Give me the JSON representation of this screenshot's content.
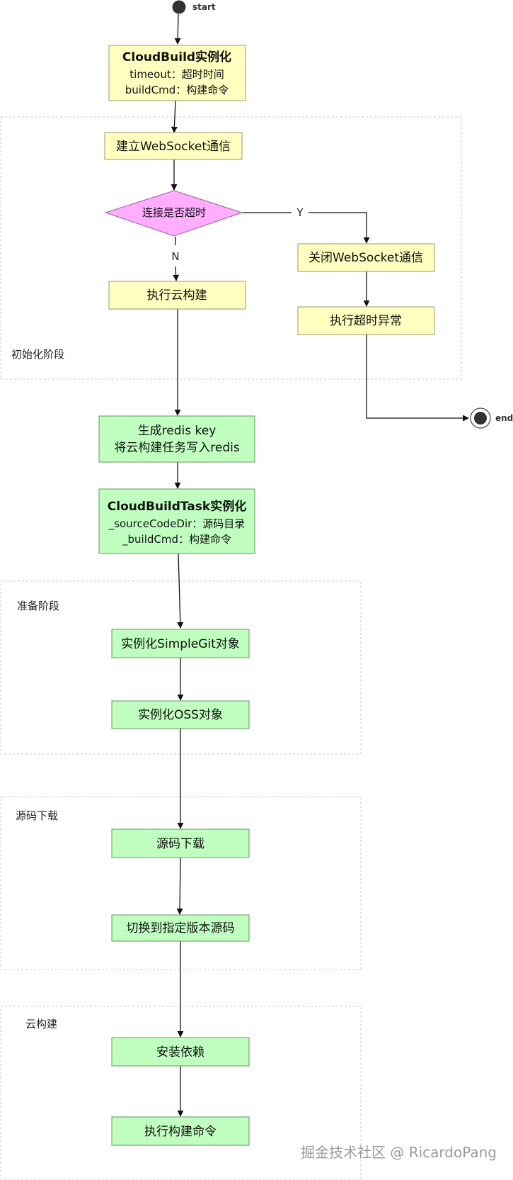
{
  "terminals": {
    "start_label": "start",
    "end_label": "end"
  },
  "groups": {
    "init_label": "初始化阶段",
    "prepare_label": "准备阶段",
    "download_label": "源码下载",
    "cloud_label": "云构建"
  },
  "nodes": {
    "cloudbuild_title": "CloudBuild实例化",
    "cloudbuild_line1": "timeout：超时时间",
    "cloudbuild_line2": "buildCmd：构建命令",
    "websocket": "建立WebSocket通信",
    "timeout_check": "连接是否超时",
    "close_websocket": "关闭WebSocket通信",
    "timeout_exception": "执行超时异常",
    "exec_cloud_build": "执行云构建",
    "redis_line1": "生成redis key",
    "redis_line2": "将云构建任务写入redis",
    "task_title": "CloudBuildTask实例化",
    "task_line1": "_sourceCodeDir：源码目录",
    "task_line2": "_buildCmd：构建命令",
    "simplegit": "实例化SimpleGit对象",
    "oss": "实例化OSS对象",
    "download": "源码下载",
    "switch_version": "切换到指定版本源码",
    "install_deps": "安装依赖",
    "exec_build_cmd": "执行构建命令"
  },
  "edges": {
    "yes_label": "Y",
    "no_label": "N"
  },
  "watermark": "掘金技术社区 @ RicardoPang",
  "colors": {
    "yellow": "#ffffc0",
    "green": "#c0ffc0",
    "pink": "#ffadff",
    "terminal": "#333333"
  }
}
